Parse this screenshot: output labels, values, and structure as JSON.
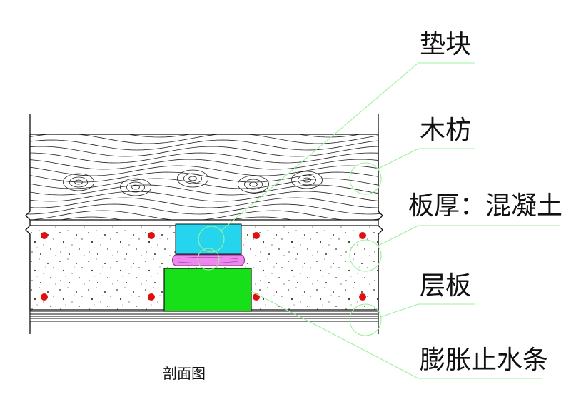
{
  "labels": {
    "pad_block": "垫块",
    "timber": "木枋",
    "slab": "板厚：混凝土",
    "formwork": "层板",
    "waterstop": "膨胀止水条"
  },
  "caption": "剖面图",
  "colors": {
    "leader_line": "#9ef09e",
    "rebar": "#e01010",
    "pad_block": "#25d5ee",
    "swelling_strip": "#ee88ee",
    "waterstop_block": "#18e018",
    "outline": "#111111"
  }
}
